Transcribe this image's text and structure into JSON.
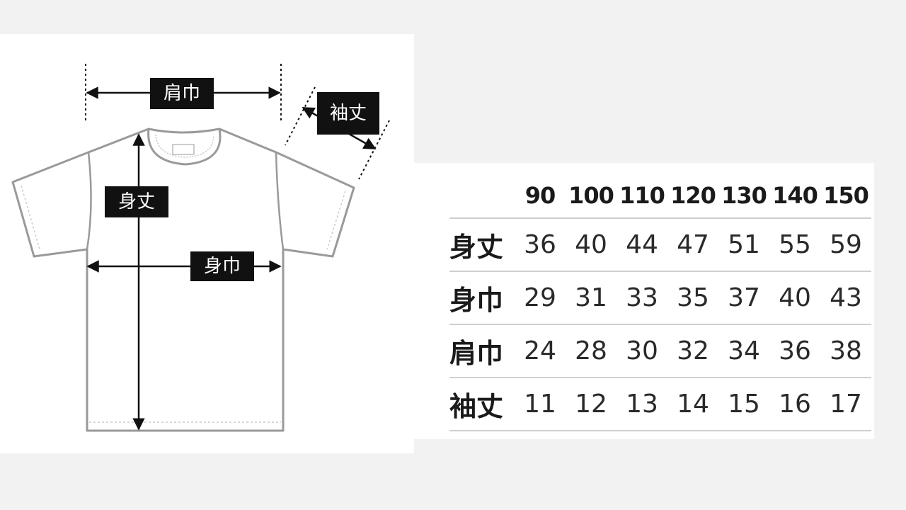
{
  "diagram": {
    "labels": {
      "shoulder_width": "肩巾",
      "sleeve_length": "袖丈",
      "body_length": "身丈",
      "body_width": "身巾"
    }
  },
  "size_table": {
    "columns": [
      "90",
      "100",
      "110",
      "120",
      "130",
      "140",
      "150"
    ],
    "rows": [
      {
        "label": "身丈",
        "values": [
          "36",
          "40",
          "44",
          "47",
          "51",
          "55",
          "59"
        ]
      },
      {
        "label": "身巾",
        "values": [
          "29",
          "31",
          "33",
          "35",
          "37",
          "40",
          "43"
        ]
      },
      {
        "label": "肩巾",
        "values": [
          "24",
          "28",
          "30",
          "32",
          "34",
          "36",
          "38"
        ]
      },
      {
        "label": "袖丈",
        "values": [
          "11",
          "12",
          "13",
          "14",
          "15",
          "16",
          "17"
        ]
      }
    ]
  }
}
